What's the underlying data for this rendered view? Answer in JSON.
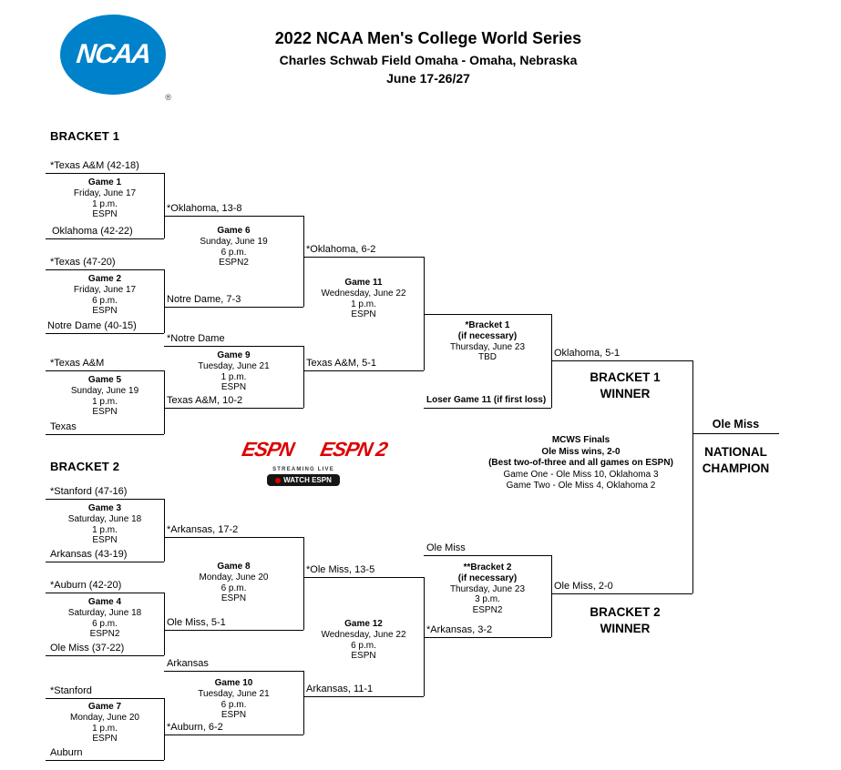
{
  "header": {
    "logo": "NCAA",
    "registered": "®",
    "title": "2022 NCAA Men's College World Series",
    "venue": "Charles Schwab Field Omaha - Omaha, Nebraska",
    "dates": "June 17-26/27"
  },
  "colors": {
    "ncaa_blue": "#0082ca",
    "espn_red": "#dd0000"
  },
  "networks": {
    "espn": "ESPN",
    "espn2": "ESPN 2",
    "streaming_live": "STREAMING LIVE",
    "watch_espn": "WATCH ESPN"
  },
  "bracket1": {
    "label": "BRACKET 1",
    "winner_label": "BRACKET 1 WINNER",
    "g1": {
      "name": "Game 1",
      "date": "Friday, June 17",
      "time": "1 p.m.",
      "tv": "ESPN",
      "team_top": "*Texas A&M (42-18)",
      "team_bottom": "Oklahoma (42-22)",
      "winner": "*Oklahoma, 13-8"
    },
    "g2": {
      "name": "Game 2",
      "date": "Friday, June 17",
      "time": "6 p.m.",
      "tv": "ESPN",
      "team_top": "*Texas (47-20)",
      "team_bottom": "Notre Dame (40-15)",
      "winner": "Notre Dame, 7-3"
    },
    "g5": {
      "name": "Game 5",
      "date": "Sunday, June 19",
      "time": "1 p.m.",
      "tv": "ESPN",
      "team_top": "*Texas A&M",
      "team_bottom": "Texas"
    },
    "g6": {
      "name": "Game 6",
      "date": "Sunday, June 19",
      "time": "6 p.m.",
      "tv": "ESPN2",
      "winner": "*Oklahoma, 6-2"
    },
    "g9": {
      "name": "Game 9",
      "date": "Tuesday, June 21",
      "time": "1 p.m.",
      "tv": "ESPN",
      "team_top": "*Notre Dame",
      "team_bottom": "Texas A&M, 10-2",
      "winner": "Texas A&M, 5-1"
    },
    "g11": {
      "name": "Game 11",
      "date": "Wednesday, June 22",
      "time": "1 p.m.",
      "tv": "ESPN"
    },
    "ifnecessary": {
      "name": "*Bracket 1",
      "note": "(if necessary)",
      "date": "Thursday, June 23",
      "time": "TBD",
      "loser_line": "Loser Game 11 (if first loss)",
      "winner": "Oklahoma, 5-1"
    }
  },
  "bracket2": {
    "label": "BRACKET 2",
    "winner_label": "BRACKET 2 WINNER",
    "g3": {
      "name": "Game 3",
      "date": "Saturday, June 18",
      "time": "1 p.m.",
      "tv": "ESPN",
      "team_top": "*Stanford (47-16)",
      "team_bottom": "Arkansas (43-19)",
      "winner": "*Arkansas, 17-2"
    },
    "g4": {
      "name": "Game 4",
      "date": "Saturday, June 18",
      "time": "6 p.m.",
      "tv": "ESPN2",
      "team_top": "*Auburn (42-20)",
      "team_bottom": "Ole Miss (37-22)",
      "winner": "Ole Miss, 5-1"
    },
    "g7": {
      "name": "Game 7",
      "date": "Monday, June 20",
      "time": "1 p.m.",
      "tv": "ESPN",
      "team_top": "*Stanford",
      "team_bottom": "Auburn"
    },
    "g8": {
      "name": "Game 8",
      "date": "Monday, June 20",
      "time": "6 p.m.",
      "tv": "ESPN",
      "winner": "*Ole Miss, 13-5"
    },
    "g10": {
      "name": "Game 10",
      "date": "Tuesday, June 21",
      "time": "6 p.m.",
      "tv": "ESPN",
      "team_top": "Arkansas",
      "team_bottom": "*Auburn, 6-2",
      "winner": "Arkansas, 11-1"
    },
    "g12": {
      "name": "Game 12",
      "date": "Wednesday, June 22",
      "time": "6 p.m.",
      "tv": "ESPN"
    },
    "ifnecessary": {
      "team_top": "Ole Miss",
      "name": "**Bracket 2",
      "note": "(if necessary)",
      "date": "Thursday, June 23",
      "time": "3 p.m.",
      "tv": "ESPN2",
      "team_bottom": "*Arkansas, 3-2",
      "winner": "Ole Miss, 2-0"
    }
  },
  "finals": {
    "title": "MCWS Finals",
    "result": "Ole Miss wins, 2-0",
    "format": "(Best two-of-three and all games on ESPN)",
    "game_one": "Game One - Ole Miss 10, Oklahoma 3",
    "game_two": "Game Two - Ole Miss 4, Oklahoma 2",
    "champion": "Ole Miss",
    "champion_label": "NATIONAL CHAMPION"
  }
}
